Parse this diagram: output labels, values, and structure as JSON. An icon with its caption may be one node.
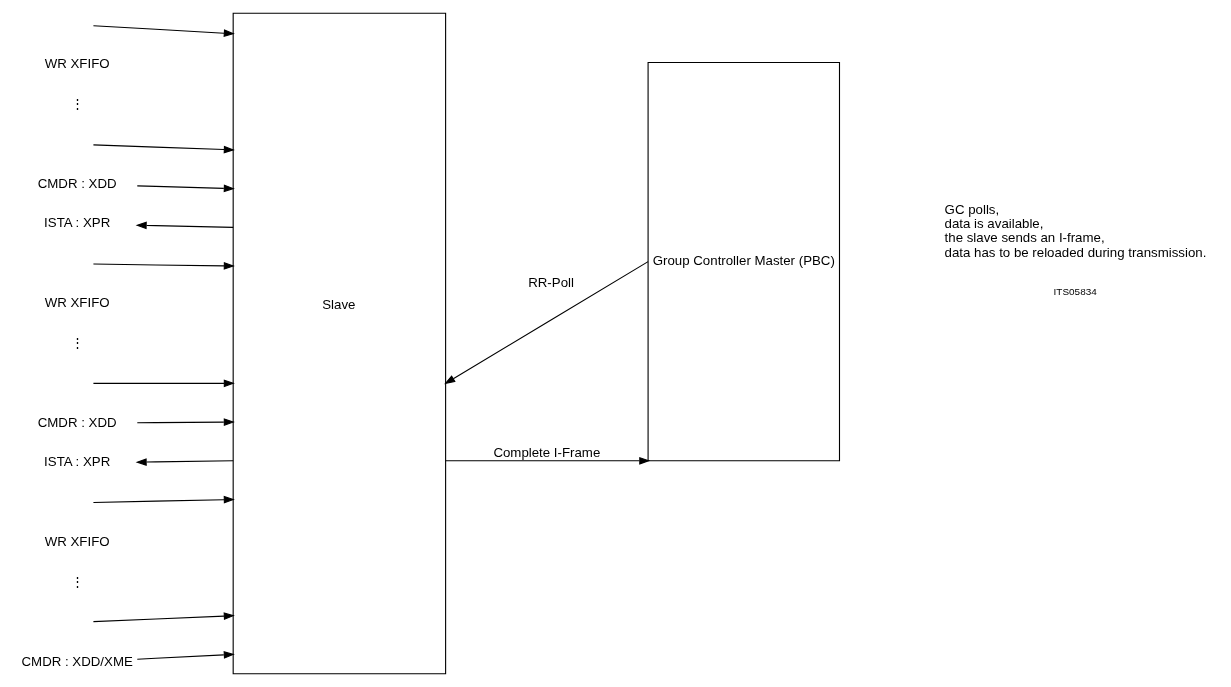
{
  "diagram": {
    "nodes": [
      {
        "text": [
          "Slave"
        ]
      },
      {
        "text": [
          "Group Controller Master (PBC)"
        ]
      },
      {
        "text": [
          "CMDR : XDD"
        ]
      },
      {
        "text": [
          "ISTA : XPR"
        ]
      },
      {
        "text": [
          "CMDR : XDD"
        ]
      },
      {
        "text": [
          "ISTA : XPR"
        ]
      },
      {
        "text": [
          "CMDR : XDD/XME"
        ]
      }
    ],
    "edges": [
      {
        "from": null,
        "to": 0,
        "arrow": "to"
      },
      {
        "from": null,
        "to": 0,
        "arrow": "to"
      },
      {
        "from": 2,
        "to": 0,
        "arrow": "to"
      },
      {
        "from": 0,
        "to": 3,
        "arrow": "to"
      },
      {
        "from": null,
        "to": 0,
        "arrow": "to"
      },
      {
        "from": null,
        "to": 0,
        "arrow": "to"
      },
      {
        "from": 4,
        "to": 0,
        "arrow": "to"
      },
      {
        "from": 1,
        "to": 0,
        "arrow": "to",
        "label": "RR-Poll"
      },
      {
        "from": 0,
        "to": 1,
        "arrow": "to",
        "label": "Complete I-Frame"
      },
      {
        "from": 0,
        "to": 5,
        "arrow": "to"
      },
      {
        "from": null,
        "to": 0,
        "arrow": "to"
      },
      {
        "from": null,
        "to": 0,
        "arrow": "to"
      },
      {
        "from": 6,
        "to": 0,
        "arrow": "to"
      }
    ],
    "labels": [
      "WR XFIFO",
      "⋮",
      "WR XFIFO",
      "⋮",
      "WR XFIFO",
      "⋮",
      "GC polls, data is available, the slave sends an I-frame, data has to be reloaded during transmission.",
      "ITS05834"
    ]
  }
}
